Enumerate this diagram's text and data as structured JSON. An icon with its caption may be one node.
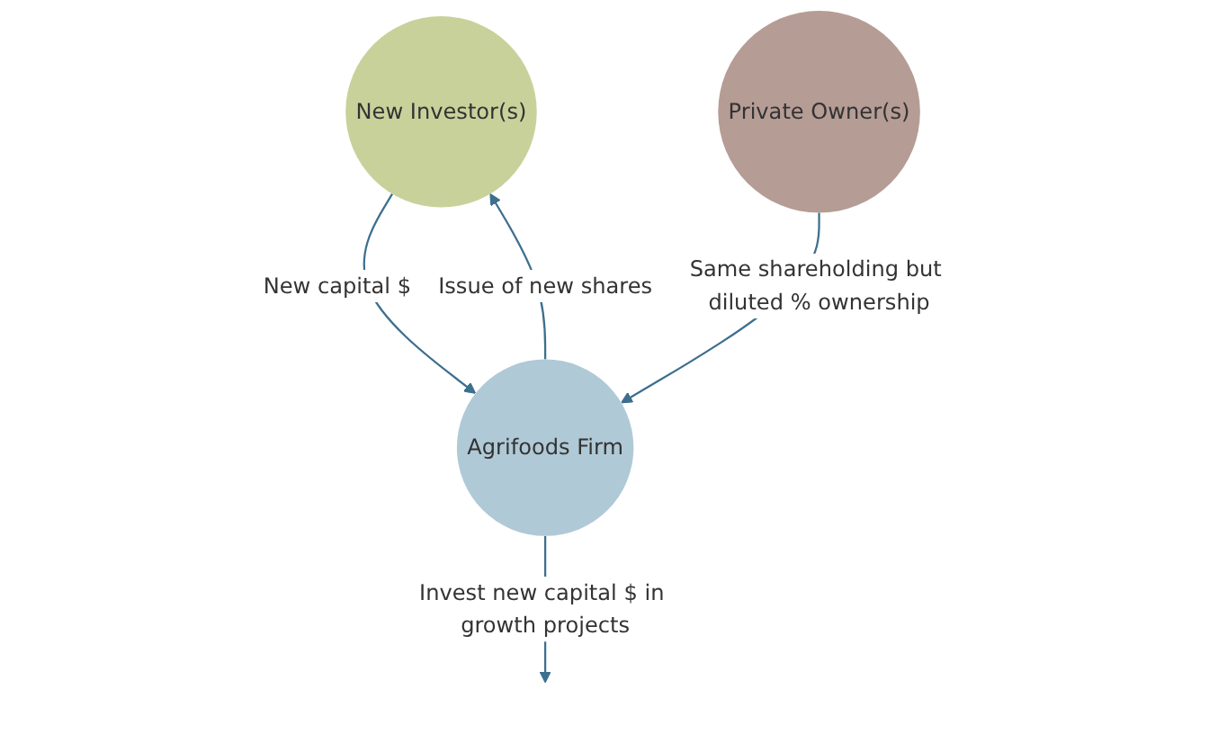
{
  "diagram": {
    "nodes": [
      {
        "text": [
          "New Investor(s)"
        ]
      },
      {
        "text": [
          "Private Owner(s)"
        ]
      },
      {
        "text": [
          "Agrifoods Firm"
        ]
      }
    ],
    "edges": [
      {
        "from": 0,
        "to": 2,
        "arrow": "to",
        "label": "New capital $"
      },
      {
        "from": 2,
        "to": 0,
        "arrow": "to",
        "label": "Issue of new shares"
      },
      {
        "from": 1,
        "to": 2,
        "arrow": "to",
        "label": "Same shareholding but diluted % ownership"
      },
      {
        "from": 2,
        "to": null,
        "arrow": "to",
        "label": "Invest new capital $ in growth projects"
      }
    ]
  }
}
